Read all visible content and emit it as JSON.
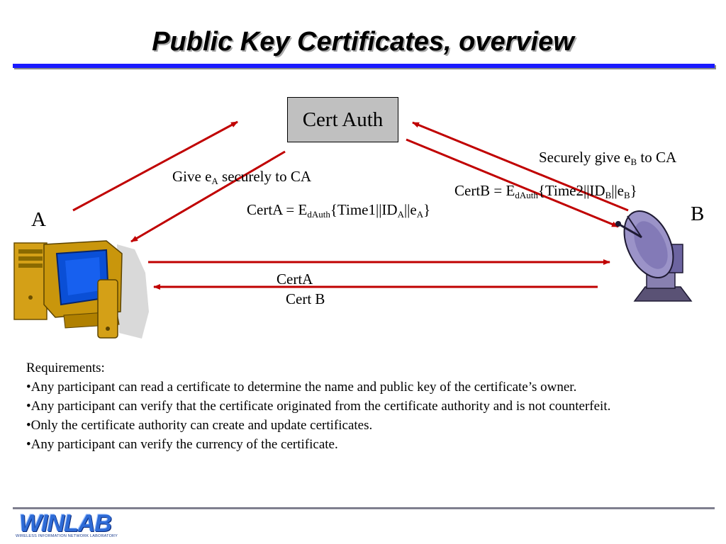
{
  "slide": {
    "title": "Public Key Certificates, overview"
  },
  "diagram": {
    "ca_label": "Cert Auth",
    "node_a_label": "A",
    "node_b_label": "B",
    "give_a": {
      "pre": "Give e",
      "sub": "A",
      "post": " securely to CA"
    },
    "give_b": {
      "pre": "Securely give e",
      "sub": "B",
      "post": " to CA"
    },
    "cert_a_formula": {
      "p1": "CertA = E",
      "s1": "dAuth",
      "p2": "{Time1||ID",
      "s2": "A",
      "p3": "||e",
      "s3": "A",
      "p4": "}"
    },
    "cert_b_formula": {
      "p1": "CertB = E",
      "s1": "dAuth",
      "p2": "{Time2||ID",
      "s2": "B",
      "p3": "||e",
      "s3": "B",
      "p4": "}"
    },
    "exchange_label_1": "CertA",
    "exchange_label_2": "Cert B",
    "arrow_color": "#c00000"
  },
  "requirements": {
    "heading": "Requirements:",
    "items": [
      "•Any participant can read a certificate to determine the name and public key of the certificate’s owner.",
      "•Any participant can verify that the certificate originated from the certificate authority and is not counterfeit.",
      "•Only the certificate authority can create and update certificates.",
      "•Any participant can verify the currency of the certificate."
    ]
  },
  "logo": {
    "name": "WINLAB",
    "tagline": "WIRELESS INFORMATION NETWORK LABORATORY"
  },
  "icons": [
    "computer-icon",
    "satellite-dish-icon"
  ]
}
